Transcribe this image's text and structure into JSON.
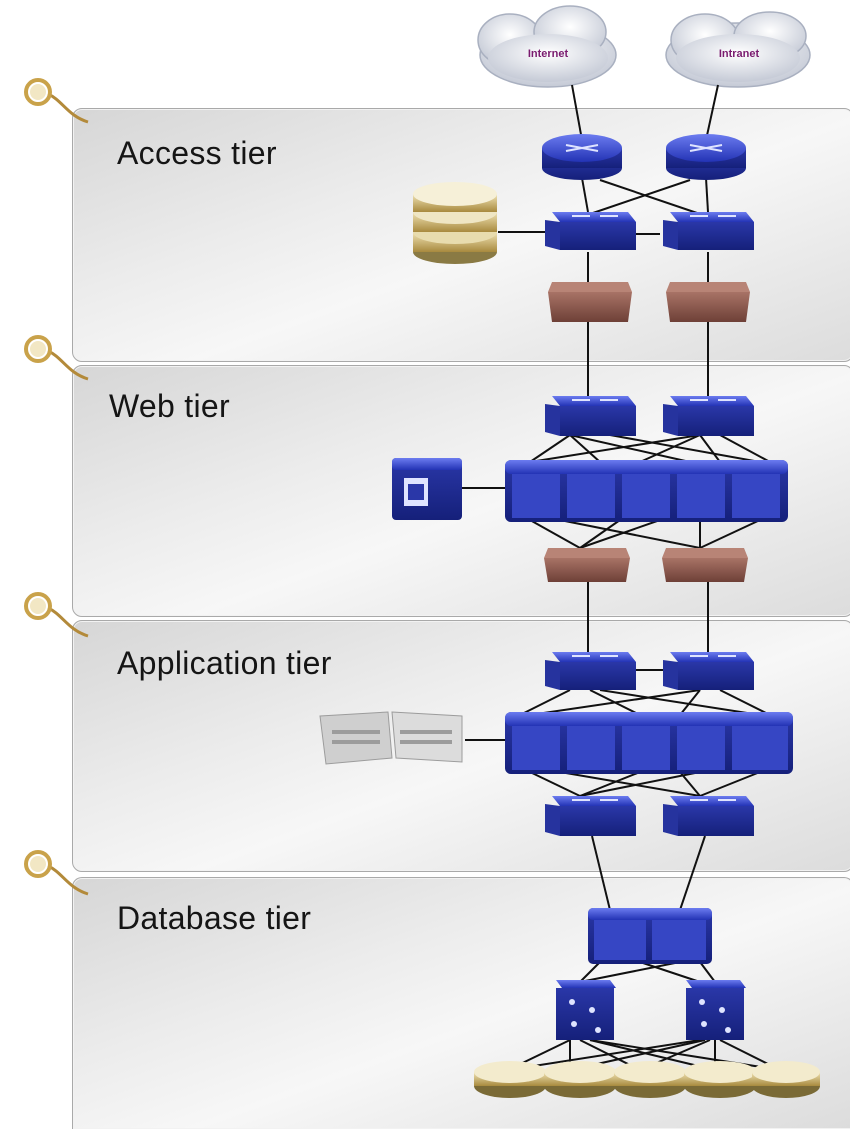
{
  "tiers": [
    {
      "label": "Access tier"
    },
    {
      "label": "Web tier"
    },
    {
      "label": "Application tier"
    },
    {
      "label": "Database tier"
    }
  ],
  "clouds": [
    {
      "label": "Internet"
    },
    {
      "label": "Intranet"
    }
  ],
  "colors": {
    "device_blue": "#3b4fd6",
    "device_blue_dark": "#1d2a9a",
    "firewall_brown": "#8a5a4e",
    "panel_border": "#a9a9a9",
    "cloud_text": "#7a1b6f",
    "pin_gold": "#c9a24a"
  }
}
